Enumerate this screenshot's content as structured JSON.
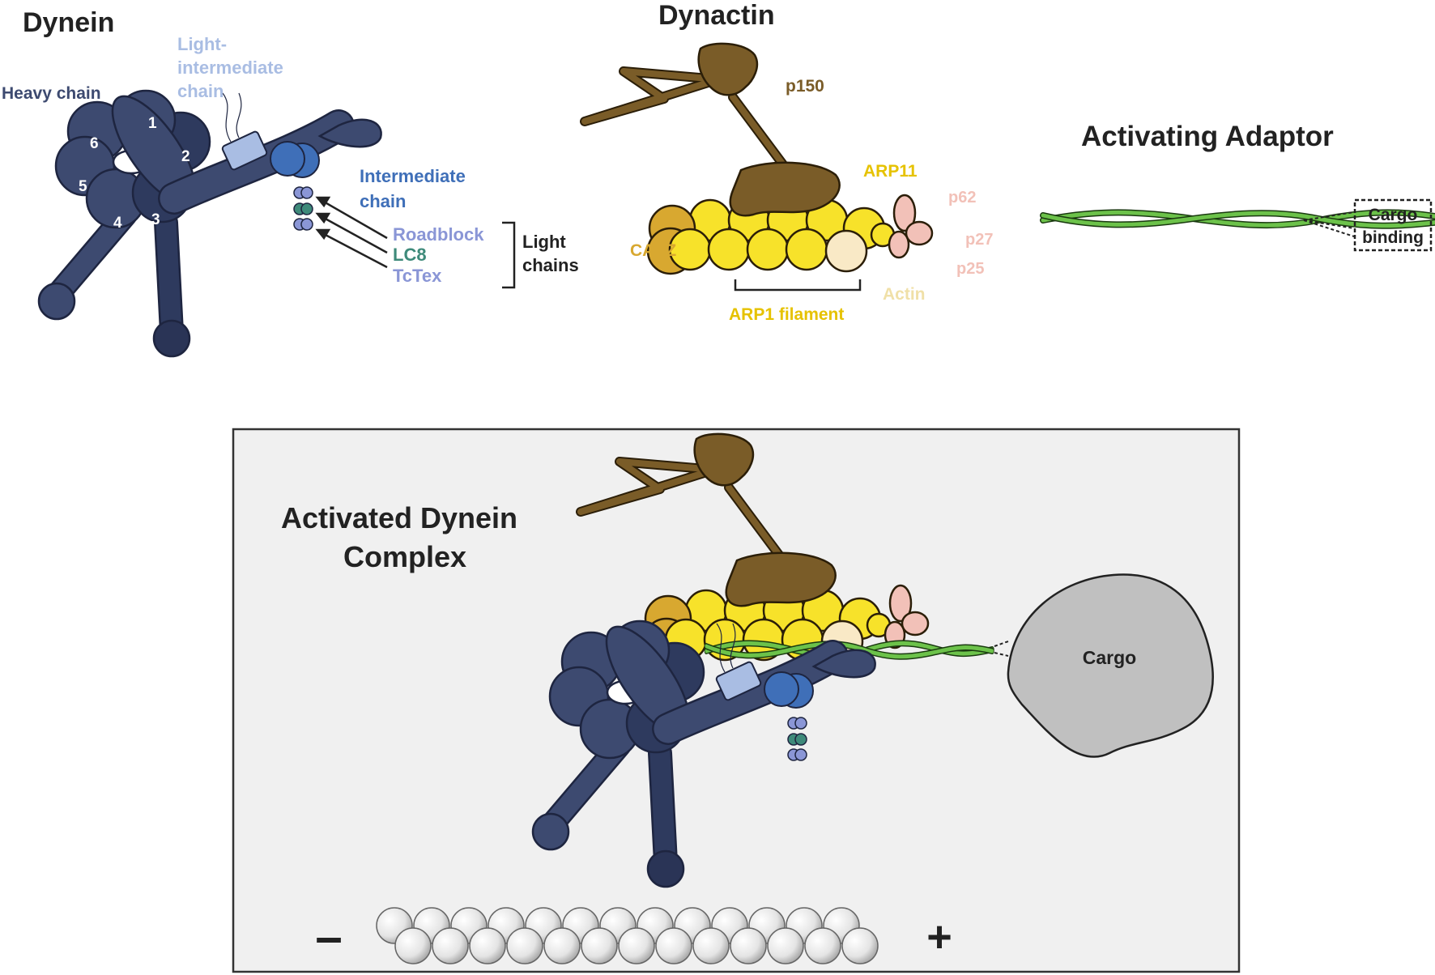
{
  "colors": {
    "heavy_chain": "#3d4a70",
    "heavy_chain_dark": "#2e3a5e",
    "light_intermediate": "#a9bde3",
    "intermediate": "#3f6fb8",
    "roadblock": "#8a96d6",
    "lc8": "#3e8a7a",
    "p150": "#7a5c28",
    "arp11": "#e6c200",
    "arp1": "#f7e22a",
    "capz": "#d8a830",
    "actin": "#f9e9c6",
    "p62_p27_p25": "#f2c1b8",
    "adaptor": "#6cc24a",
    "cargo": "#c0c0c0",
    "panel_bg": "#f0f0f0"
  },
  "dynein": {
    "title": "Dynein",
    "heavy_chain": "Heavy chain",
    "light_intermediate": [
      "Light-",
      "intermediate",
      "chain"
    ],
    "intermediate": [
      "Intermediate",
      "chain"
    ],
    "roadblock": "Roadblock",
    "lc8": "LC8",
    "tctex": "TcTex",
    "light_chains": [
      "Light",
      "chains"
    ],
    "aaa_numbers": [
      "1",
      "2",
      "3",
      "4",
      "5",
      "6"
    ]
  },
  "dynactin": {
    "title": "Dynactin",
    "p150": "p150",
    "arp11": "ARP11",
    "p62": "p62",
    "capz": "CAPZ",
    "p27": "p27",
    "p25": "p25",
    "actin": "Actin",
    "arp1_filament": "ARP1 filament"
  },
  "adaptor": {
    "title": "Activating Adaptor",
    "cargo_binding": [
      "Cargo",
      "binding"
    ]
  },
  "complex": {
    "title": [
      "Activated Dynein",
      "Complex"
    ],
    "cargo": "Cargo",
    "minus": "–",
    "plus": "+"
  }
}
